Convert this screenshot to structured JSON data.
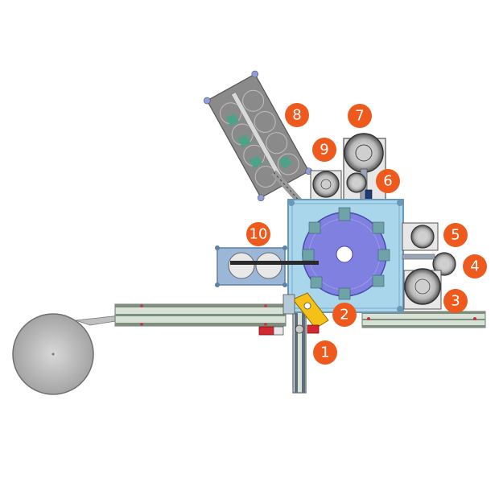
{
  "diagram": {
    "colors": {
      "marker": "#ee5a1e",
      "marker_text": "#ffffff",
      "frame": "#a9d6ea",
      "frame_border": "#6a98b8",
      "dial": "#7f80df",
      "conveyor": "#7d8d7e",
      "conveyor_light": "#d7e1d5",
      "hopper": "#bcbcbc",
      "gray_machine": "#8a8a8a",
      "highlight": "#f5c118",
      "red_part": "#d2282e"
    },
    "markers": [
      {
        "number": "1"
      },
      {
        "number": "2"
      },
      {
        "number": "3"
      },
      {
        "number": "4"
      },
      {
        "number": "5"
      },
      {
        "number": "6"
      },
      {
        "number": "7"
      },
      {
        "number": "8"
      },
      {
        "number": "9"
      },
      {
        "number": "10"
      }
    ]
  }
}
